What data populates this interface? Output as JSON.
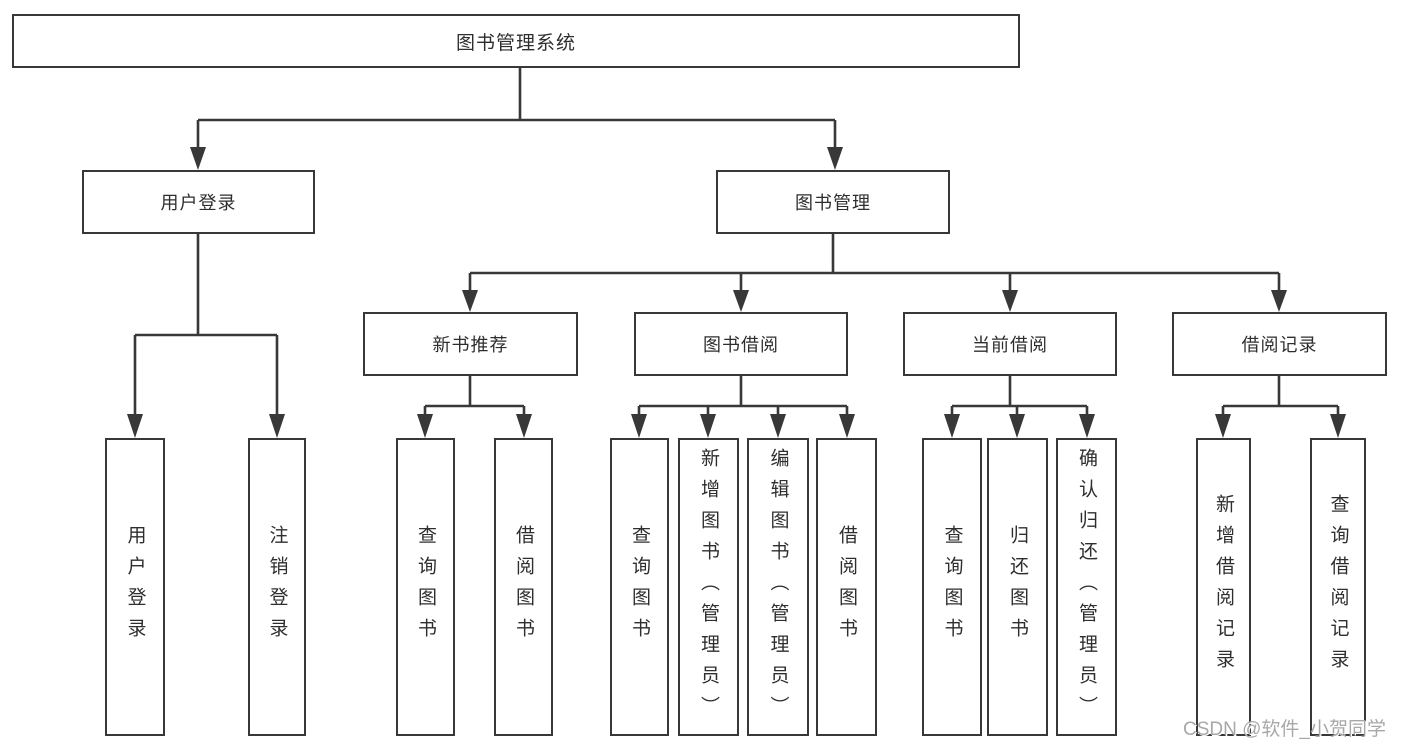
{
  "tree": {
    "root": {
      "label": "图书管理系统"
    },
    "children": [
      {
        "label": "用户登录",
        "children": [
          {
            "label": "用户登录"
          },
          {
            "label": "注销登录"
          }
        ]
      },
      {
        "label": "图书管理",
        "children": [
          {
            "label": "新书推荐",
            "children": [
              {
                "label": "查询图书"
              },
              {
                "label": "借阅图书"
              }
            ]
          },
          {
            "label": "图书借阅",
            "children": [
              {
                "label": "查询图书"
              },
              {
                "label": "新增图书（管理员）"
              },
              {
                "label": "编辑图书（管理员）"
              },
              {
                "label": "借阅图书"
              }
            ]
          },
          {
            "label": "当前借阅",
            "children": [
              {
                "label": "查询图书"
              },
              {
                "label": "归还图书"
              },
              {
                "label": "确认归还（管理员）"
              }
            ]
          },
          {
            "label": "借阅记录",
            "children": [
              {
                "label": "新增借阅记录"
              },
              {
                "label": "查询借阅记录"
              }
            ]
          }
        ]
      }
    ]
  },
  "watermark": {
    "text": "CSDN @软件_小贺同学",
    "color": "#a8a8a8"
  },
  "colors": {
    "line": "#383838",
    "box_border": "#383838",
    "box_fill": "#ffffff",
    "text": "#2e2e2e",
    "background": "#ffffff"
  }
}
